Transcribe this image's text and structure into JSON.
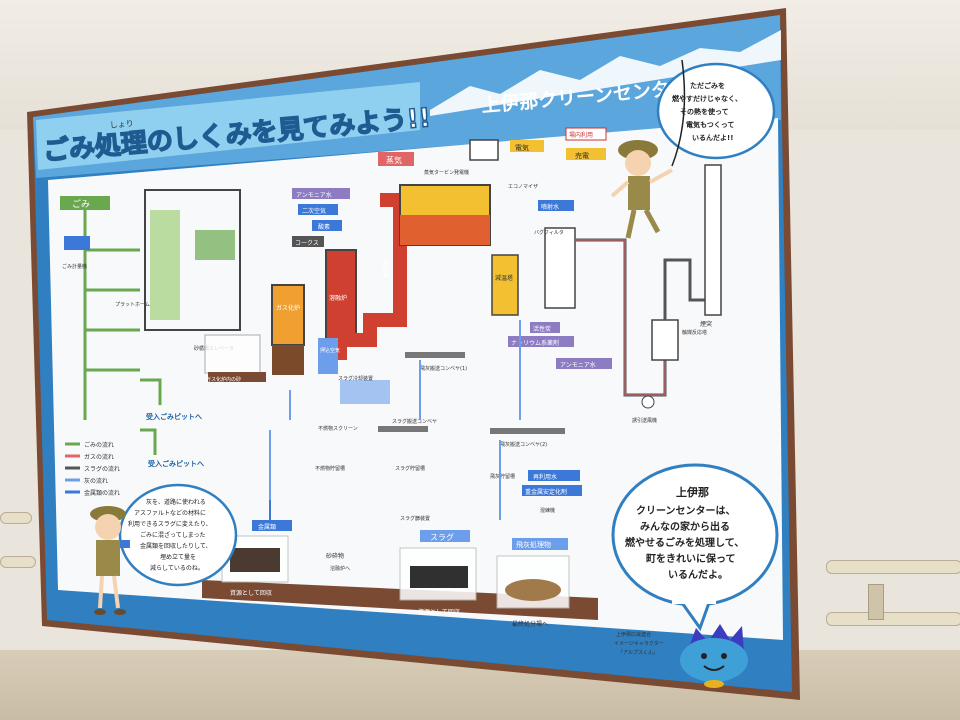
{
  "board": {
    "title": "ごみ処理のしくみを見てみよう!!",
    "title_ruby_shori": "しょり",
    "center_name": "上伊那クリーンセンター"
  },
  "left_flow": {
    "gomi_label": "ごみ",
    "receive_label": "ごみ計量機",
    "platform_label": "プラットホーム",
    "pit_label_1": "受入ごみピットへ",
    "pit_label_2": "受入ごみピットへ"
  },
  "legend": [
    {
      "label": "ごみの流れ",
      "color": "#6aa84f"
    },
    {
      "label": "ガスの流れ",
      "color": "#e06666"
    },
    {
      "label": "スラグの流れ",
      "color": "#555555"
    },
    {
      "label": "灰の流れ",
      "color": "#6d9eeb"
    },
    {
      "label": "金属類の流れ",
      "color": "#3c78d8"
    }
  ],
  "process_labels": {
    "ammonia_water": "アンモニア水",
    "secondary_air": "二次空気",
    "oxygen": "酸素",
    "coke": "コークス",
    "steam": "蒸気",
    "steam_turbine": "蒸気タービン発電機",
    "electricity": "電気",
    "in_plant_use": "場内利用",
    "sell_power": "売電",
    "economizer": "エコノマイザ",
    "spray_water": "噴射水",
    "bag_filter": "バグフィルタ",
    "cooling_tower": "減温塔",
    "activated_carbon": "活性炭",
    "sodium_agent": "ナトリウム系薬剤",
    "ammonia_water_2": "アンモニア水",
    "catalyst_reactor": "触媒反応塔",
    "chimney": "煙突",
    "induced_fan": "誘引送風機",
    "fly_ash_conveyor_1": "飛灰搬送コンベヤ(1)",
    "fly_ash_conveyor_2": "飛灰搬送コンベヤ(2)",
    "slag_cooling": "スラグ冷却装置",
    "slag_conveyor": "スラグ搬送コンベヤ",
    "fly_ash_storage": "飛灰貯留槽",
    "recycled_water": "再利用水",
    "heavy_metal_agent": "重金属安定化剤",
    "kneader": "混練機",
    "slag_storage": "スラグ貯留槽",
    "slag_sieve": "スラグ篩装置",
    "push_air": "押込空気",
    "gas_furnace": "ガス化炉",
    "melting_furnace": "溶融炉",
    "combustion_chamber": "燃焼室",
    "gas_sample": "ガス化炉内の砂",
    "incombustible_screen": "不燃物スクリーン",
    "incombustible_storage": "不燃物貯留槽",
    "sand_circ": "砂循環エレベータ"
  },
  "bottom": {
    "metal_label": "金属類",
    "metal_sub": "資源として回収",
    "slag_label": "スラグ",
    "slag_sub": "資源として回収",
    "ash_label": "飛灰処理物",
    "ash_sub": "最終処分場へ",
    "sand_label": "砂砕物",
    "sand_sub": "溶融炉へ"
  },
  "bubbles": {
    "right_top": [
      "ただごみを",
      "燃やすだけじゃなく、",
      "その熱を使って",
      "電気もつくって",
      "いるんだよ!!"
    ],
    "right_bottom_title": "上伊那",
    "right_bottom": [
      "クリーンセンターは、",
      "みんなの家から出る",
      "燃やせるごみを処理して、",
      "町をきれいに保って",
      "いるんだよ。"
    ],
    "left_bottom": [
      "灰を、道路に使われる",
      "アスファルトなどの材料に",
      "利用できるスラグに変えたり、",
      "ごみに混ざってしまった",
      "金属類を回収したりして、",
      "埋め立て量を",
      "減らしているのね。"
    ]
  },
  "mascot": {
    "caption": [
      "上伊那広域連合",
      "イメージキャラクター",
      "「アルプスくん」"
    ]
  }
}
